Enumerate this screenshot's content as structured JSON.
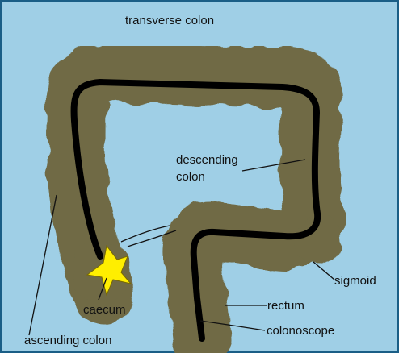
{
  "colors": {
    "background": "#9fcfe6",
    "frame": "#1a5e86",
    "colon": "#6f6b45",
    "colonoscope": "#000000",
    "flash": "#ffee00",
    "label": "#111111"
  },
  "labels": {
    "transverse": "transverse colon",
    "descending_1": "descending",
    "descending_2": "colon",
    "sigmoid": "sigmoid",
    "rectum": "rectum",
    "colonoscope": "colonoscope",
    "caecum": "caecum",
    "ascending": "ascending colon"
  }
}
